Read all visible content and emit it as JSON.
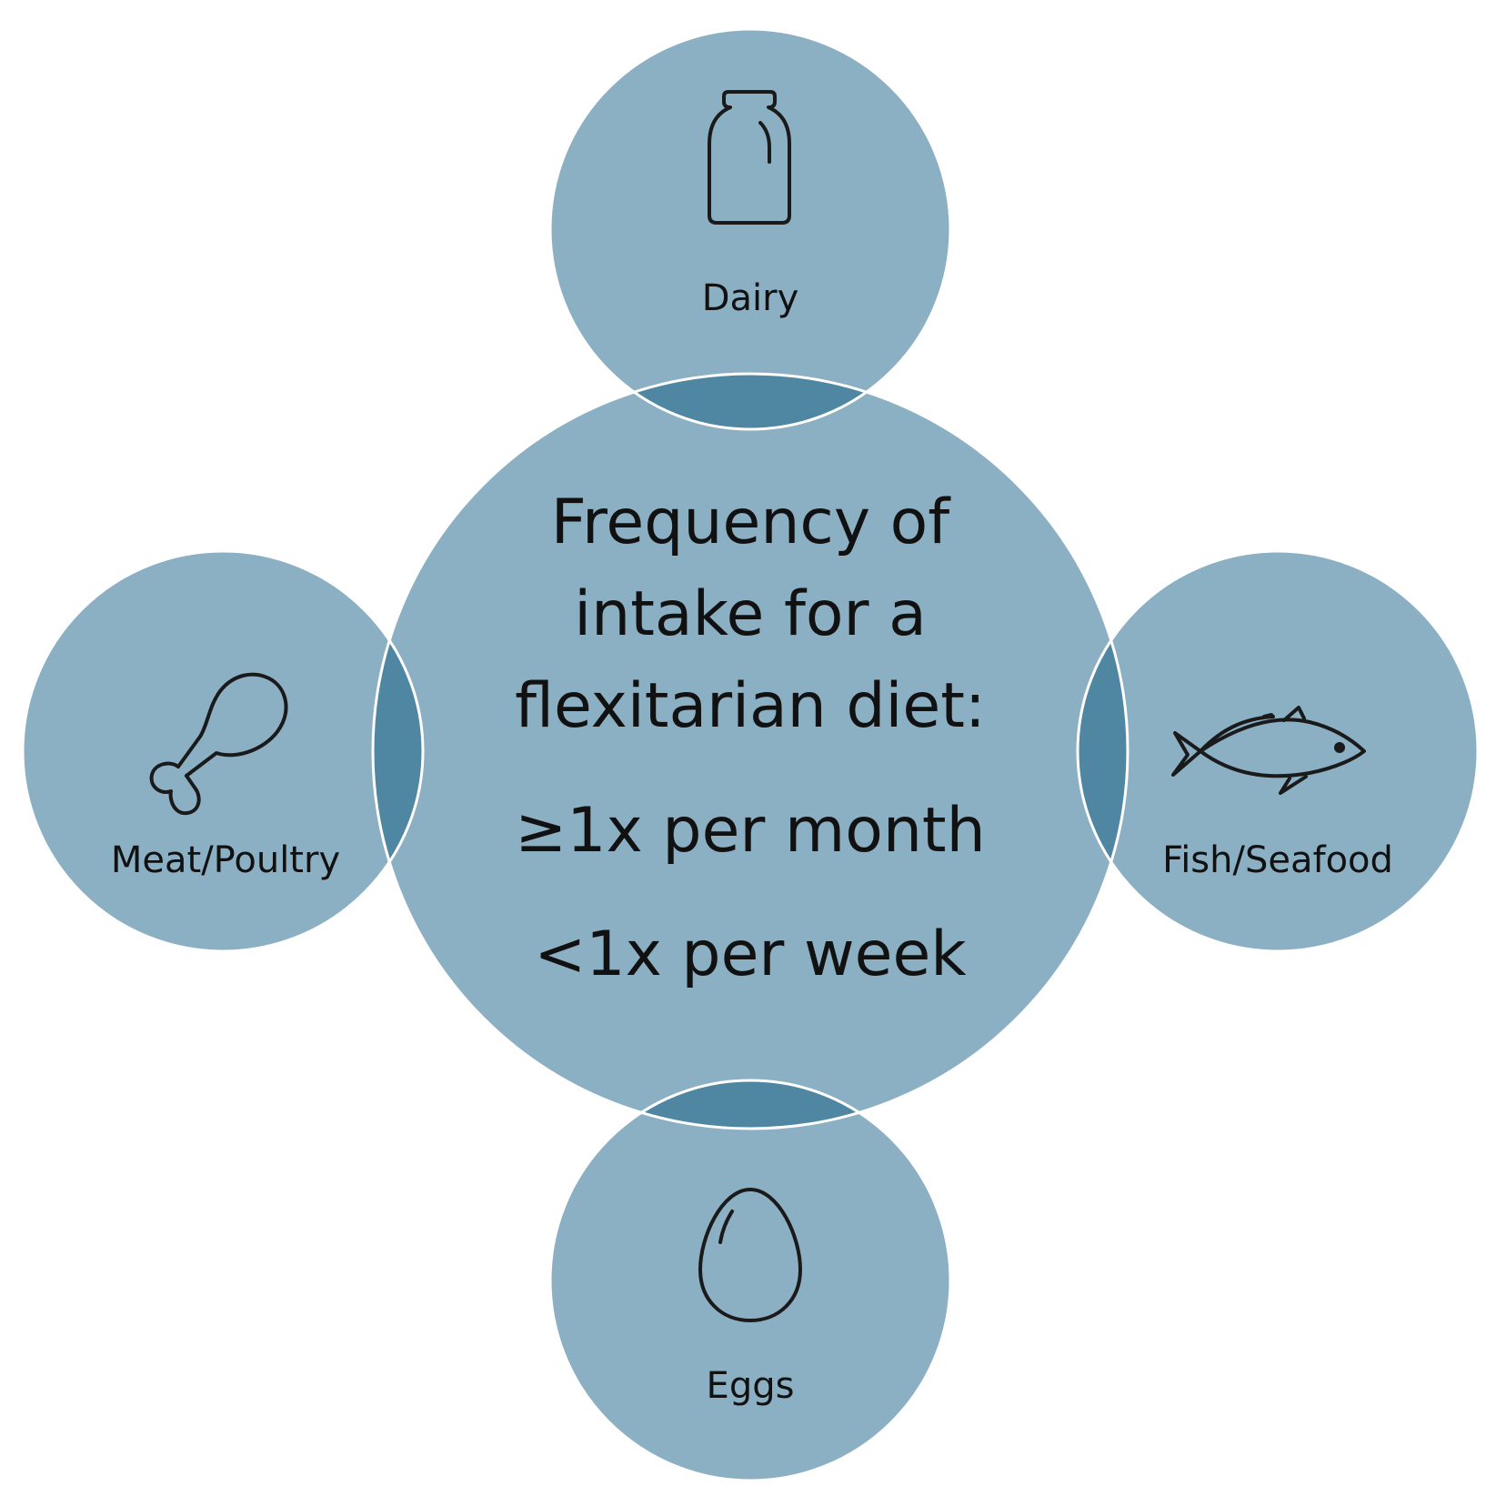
{
  "center": {
    "title_lines": [
      "Frequency of",
      "intake for a",
      "flexitarian diet:"
    ],
    "rule_1": "≥1x per month",
    "rule_2": "<1x per week"
  },
  "categories": {
    "dairy": {
      "label": "Dairy",
      "icon": "milk-bottle-icon"
    },
    "fish": {
      "label": "Fish/Seafood",
      "icon": "fish-icon"
    },
    "eggs": {
      "label": "Eggs",
      "icon": "egg-icon"
    },
    "meat": {
      "label": "Meat/Poultry",
      "icon": "drumstick-icon"
    }
  },
  "colors": {
    "circle_fill": "#8BAFC3",
    "overlap_fill": "#4F86A2",
    "outline": "#ffffff",
    "icon_stroke": "#1a1a1a",
    "text": "#111111"
  }
}
